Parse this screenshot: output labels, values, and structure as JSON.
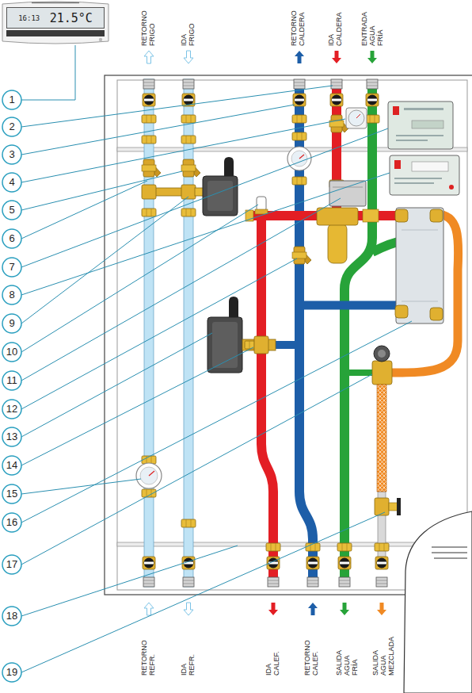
{
  "diagram": {
    "nodes": [
      {
        "text": [
          "16:13",
          "21.5°C"
        ]
      }
    ],
    "labels": [
      "RETORNO FRIGO",
      "IDA FRIGO",
      "RETORNO CALDERA",
      "IDA CALDERA",
      "ENTRADA AGUA FRÍA",
      "1",
      "2",
      "3",
      "4",
      "5",
      "6",
      "7",
      "8",
      "9",
      "10",
      "11",
      "12",
      "13",
      "14",
      "15",
      "16",
      "17",
      "18",
      "19",
      "RETORNO REFR.",
      "IDA REFR.",
      "IDA CALEF.",
      "RETORNO CALEF.",
      "SALIDA AGUA FRÍA",
      "SALIDA AGUA MEZCLADA"
    ]
  }
}
